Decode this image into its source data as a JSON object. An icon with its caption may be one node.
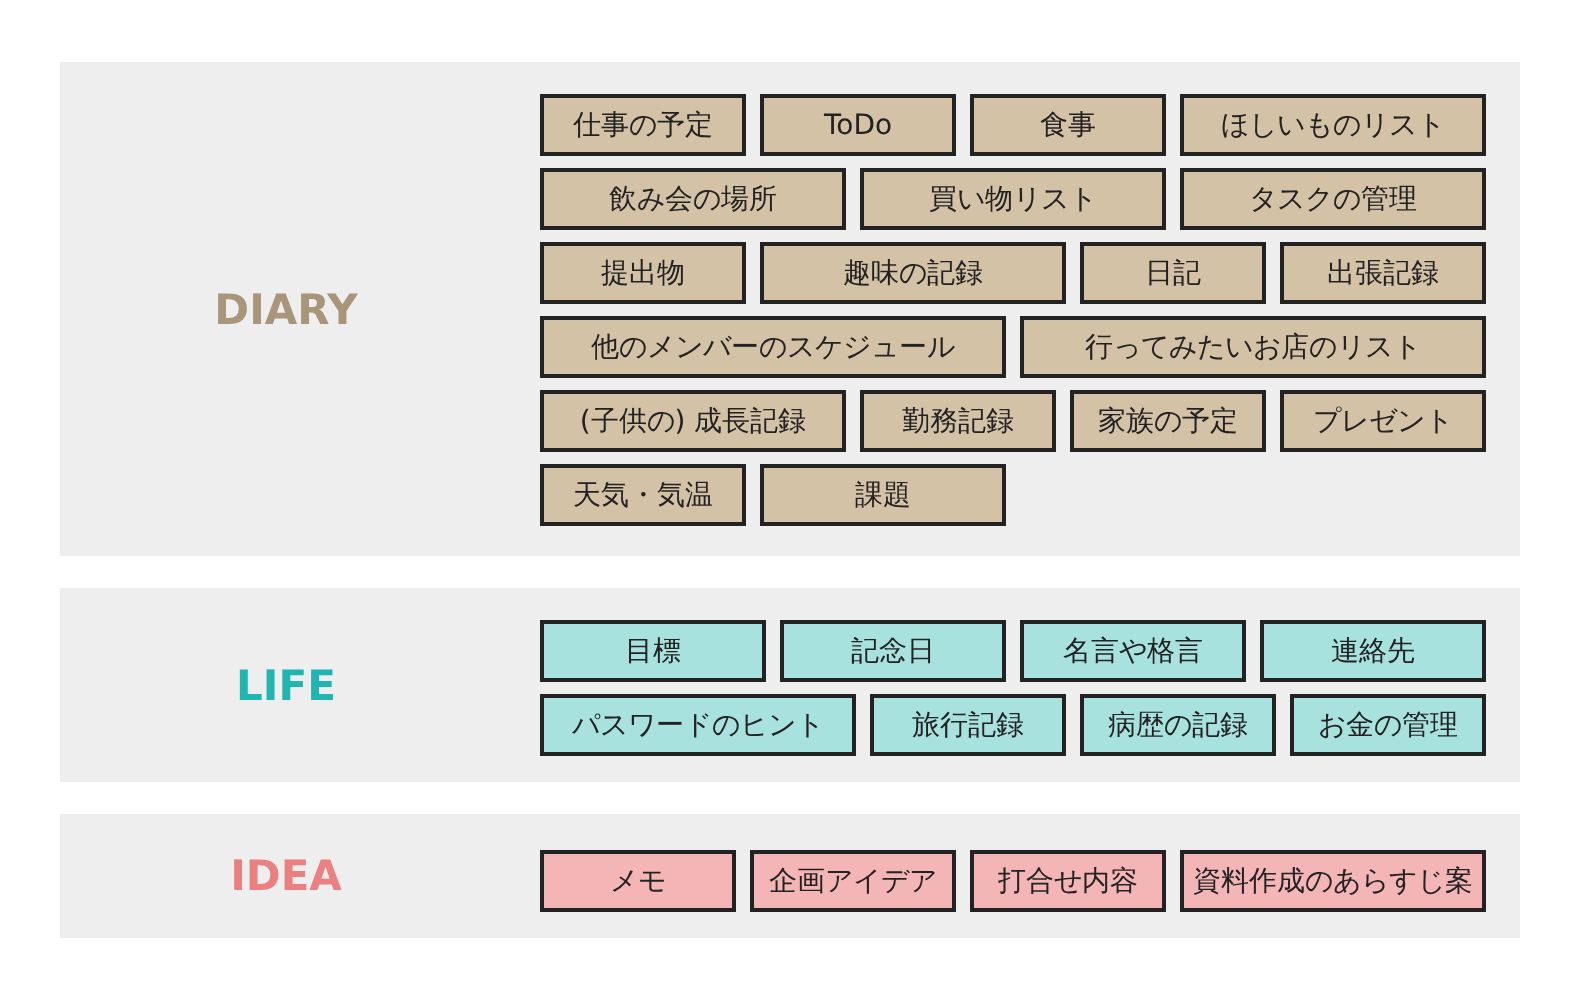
{
  "diagram": {
    "nodes": [
      {
        "text": [
          "DIARY"
        ]
      },
      {
        "text": [
          "仕事の予定"
        ],
        "in": 0
      },
      {
        "text": [
          "ToDo"
        ],
        "in": 0
      },
      {
        "text": [
          "食事"
        ],
        "in": 0
      },
      {
        "text": [
          "ほしいものリスト"
        ],
        "in": 0
      },
      {
        "text": [
          "飲み会の場所"
        ],
        "in": 0
      },
      {
        "text": [
          "買い物リスト"
        ],
        "in": 0
      },
      {
        "text": [
          "タスクの管理"
        ],
        "in": 0
      },
      {
        "text": [
          "提出物"
        ],
        "in": 0
      },
      {
        "text": [
          "趣味の記録"
        ],
        "in": 0
      },
      {
        "text": [
          "日記"
        ],
        "in": 0
      },
      {
        "text": [
          "出張記録"
        ],
        "in": 0
      },
      {
        "text": [
          "他のメンバーのスケジュール"
        ],
        "in": 0
      },
      {
        "text": [
          "行ってみたいお店のリスト"
        ],
        "in": 0
      },
      {
        "text": [
          "(子供の) 成長記録"
        ],
        "in": 0
      },
      {
        "text": [
          "勤務記録"
        ],
        "in": 0
      },
      {
        "text": [
          "家族の予定"
        ],
        "in": 0
      },
      {
        "text": [
          "プレゼント"
        ],
        "in": 0
      },
      {
        "text": [
          "天気・気温"
        ],
        "in": 0
      },
      {
        "text": [
          "課題"
        ],
        "in": 0
      },
      {
        "text": [
          "LIFE"
        ]
      },
      {
        "text": [
          "目標"
        ],
        "in": 20
      },
      {
        "text": [
          "記念日"
        ],
        "in": 20
      },
      {
        "text": [
          "名言や格言"
        ],
        "in": 20
      },
      {
        "text": [
          "連絡先"
        ],
        "in": 20
      },
      {
        "text": [
          "パスワードのヒント"
        ],
        "in": 20
      },
      {
        "text": [
          "旅行記録"
        ],
        "in": 20
      },
      {
        "text": [
          "病歴の記録"
        ],
        "in": 20
      },
      {
        "text": [
          "お金の管理"
        ],
        "in": 20
      },
      {
        "text": [
          "IDEA"
        ]
      },
      {
        "text": [
          "メモ"
        ],
        "in": 29
      },
      {
        "text": [
          "企画アイデア"
        ],
        "in": 29
      },
      {
        "text": [
          "打合せ内容"
        ],
        "in": 29
      },
      {
        "text": [
          "資料作成のあらすじ案"
        ],
        "in": 29
      }
    ]
  }
}
